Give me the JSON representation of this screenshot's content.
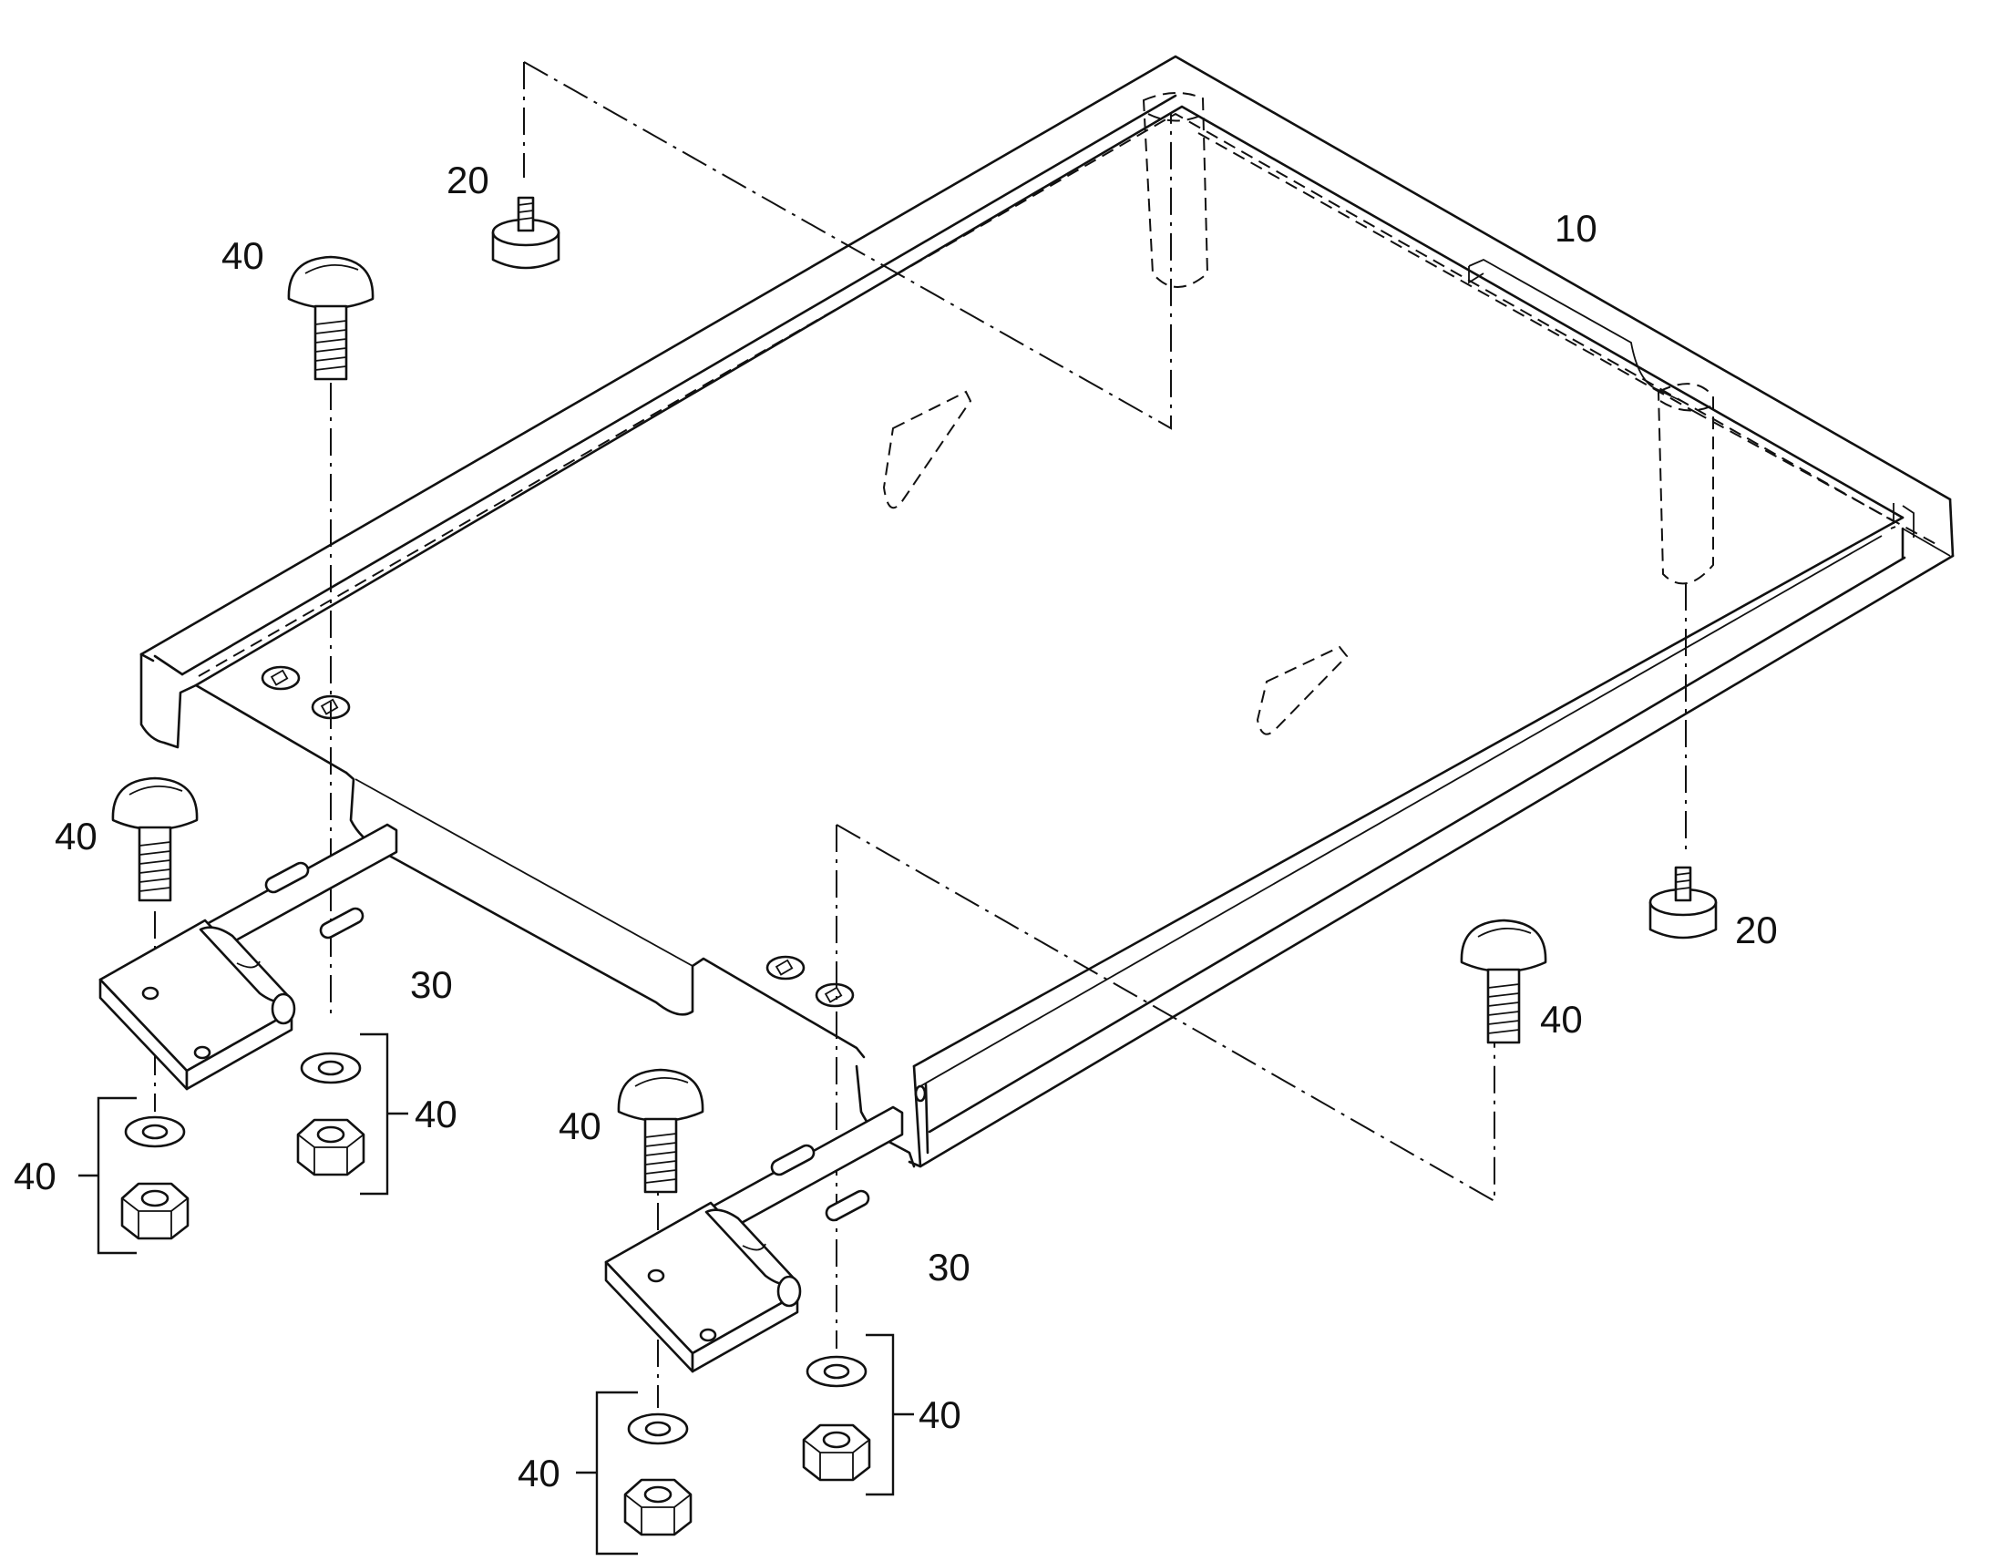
{
  "diagram": {
    "type": "exploded-parts-drawing",
    "callouts": {
      "tray": "10",
      "foot_top": "20",
      "foot_right": "20",
      "hinge_left": "30",
      "hinge_right": "30",
      "bolt_top": "40",
      "bolt_left": "40",
      "bolt_center": "40",
      "bolt_right": "40",
      "hw_left_outer": "40",
      "hw_left_inner": "40",
      "hw_center_outer": "40",
      "hw_center_inner": "40"
    }
  }
}
